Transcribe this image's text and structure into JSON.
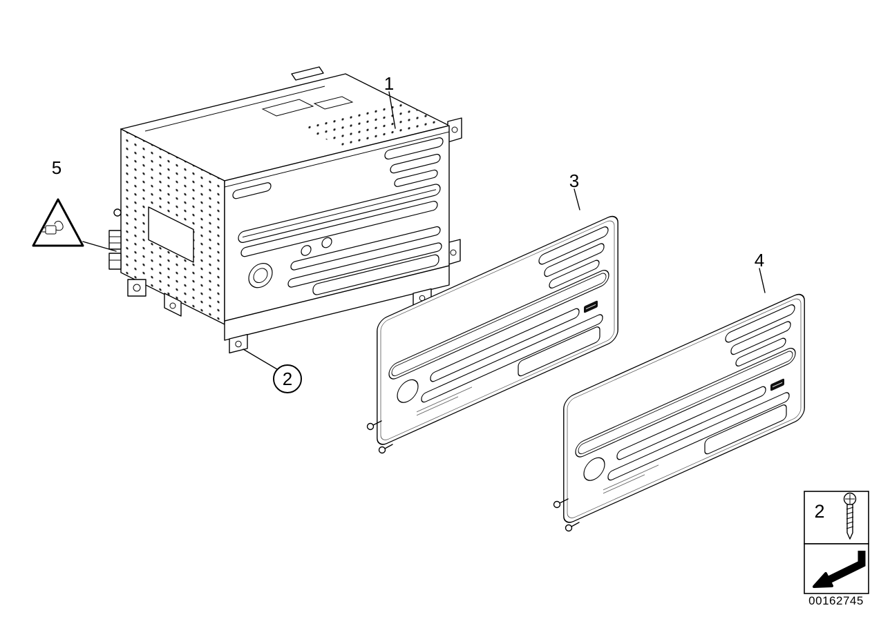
{
  "diagram": {
    "callouts": {
      "one": "1",
      "two": "2",
      "three": "3",
      "four": "4",
      "five": "5"
    },
    "legend": {
      "screw_item": "2"
    },
    "part_number": "00162745",
    "colors": {
      "line": "#000000",
      "background": "#ffffff"
    }
  }
}
